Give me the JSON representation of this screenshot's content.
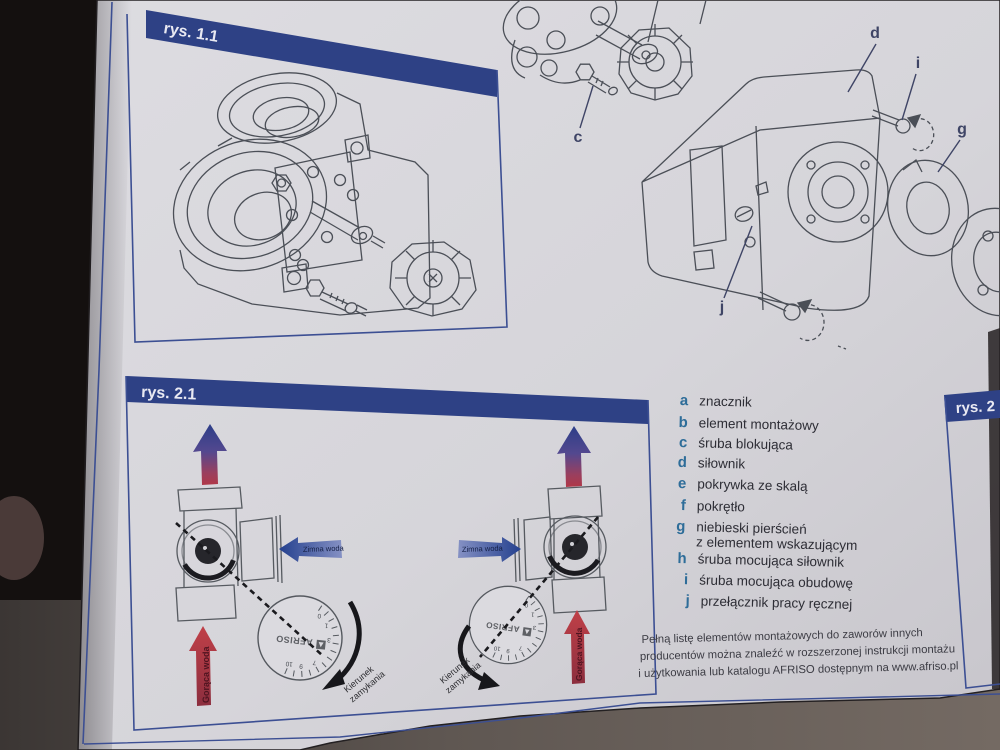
{
  "photo": {
    "background_color": "#14100f",
    "table_color": "#6e6560",
    "paper_color": "#d7d6db",
    "accent_navy": "#2e4185",
    "legend_letter_color": "#2e6d99",
    "diagram_letter_color": "#3f4566",
    "hot_color": "#b23845",
    "cold_color": "#2c4f9e"
  },
  "figure1": {
    "title": "rys. 1.1"
  },
  "figure2": {
    "title": "rys. 2.1",
    "hot_label": "Gorąca woda",
    "cold_label": "Zimna woda",
    "closing_dir_line1": "Kierunek",
    "closing_dir_line2": "zamykania",
    "dial_brand": "AFRISO",
    "dial_scale": [
      "0",
      "1",
      "3",
      "7",
      "9",
      "10"
    ]
  },
  "figure3": {
    "title": "rys. 2"
  },
  "exploded": {
    "labels": {
      "c": "c",
      "d": "d",
      "g": "g",
      "i": "i",
      "j": "j"
    }
  },
  "legend": {
    "items": [
      {
        "letter": "a",
        "text": "znacznik"
      },
      {
        "letter": "b",
        "text": "element montażowy"
      },
      {
        "letter": "c",
        "text": "śruba blokująca"
      },
      {
        "letter": "d",
        "text": "siłownik"
      },
      {
        "letter": "e",
        "text": "pokrywka ze skalą"
      },
      {
        "letter": "f",
        "text": "pokrętło"
      },
      {
        "letter": "g",
        "text": "niebieski pierścień",
        "text2": "z elementem wskazującym"
      },
      {
        "letter": "h",
        "text": "śruba mocująca siłownik"
      },
      {
        "letter": "i",
        "text": "śruba mocująca obudowę"
      },
      {
        "letter": "j",
        "text": "przełącznik pracy ręcznej"
      }
    ]
  },
  "note": {
    "line1": "Pełną listę elementów montażowych do zaworów innych",
    "line2": "producentów można znaleźć w rozszerzonej instrukcji montażu",
    "line3": "i użytkowania lub katalogu AFRISO dostępnym na www.afriso.pl"
  }
}
